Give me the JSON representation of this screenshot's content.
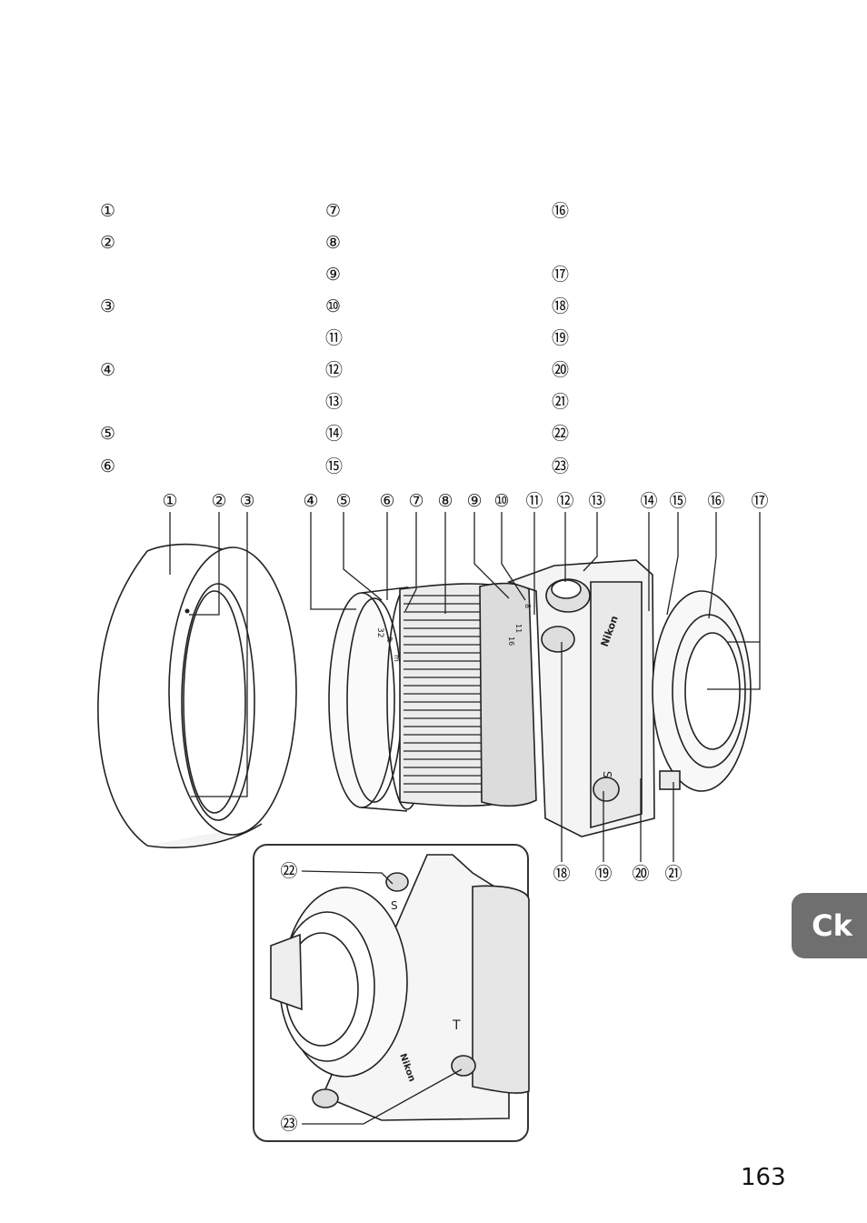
{
  "legend": {
    "col1": [
      "①",
      "②",
      "③",
      "④",
      "⑤",
      "⑥"
    ],
    "col2": [
      "⑦",
      "⑧",
      "⑨",
      "⑩",
      "⑪",
      "⑫",
      "⑬",
      "⑭",
      "⑮"
    ],
    "col3": [
      "⑯",
      "⑰",
      "⑱",
      "⑲",
      "⑳",
      "㉑",
      "㉒",
      "㉓"
    ]
  },
  "callouts": {
    "top": [
      "①",
      "②",
      "③",
      "④",
      "⑤",
      "⑥",
      "⑦",
      "⑧",
      "⑨",
      "⑩",
      "⑪",
      "⑫",
      "⑬",
      "⑭",
      "⑮",
      "⑯",
      "⑰"
    ],
    "bottom": [
      "⑱",
      "⑲",
      "⑳",
      "㉑"
    ],
    "inset": [
      "㉒",
      "㉓"
    ]
  },
  "lens_markings": {
    "brand": "Nikon",
    "shift_label": "S",
    "tilt_label": "T",
    "aperture_32": "32",
    "aperture_16": "16",
    "aperture_11": "11",
    "aperture_8": "8",
    "ft_label": "ft",
    "m_label": "m"
  },
  "language_tab": "Ck",
  "page_number": "163"
}
